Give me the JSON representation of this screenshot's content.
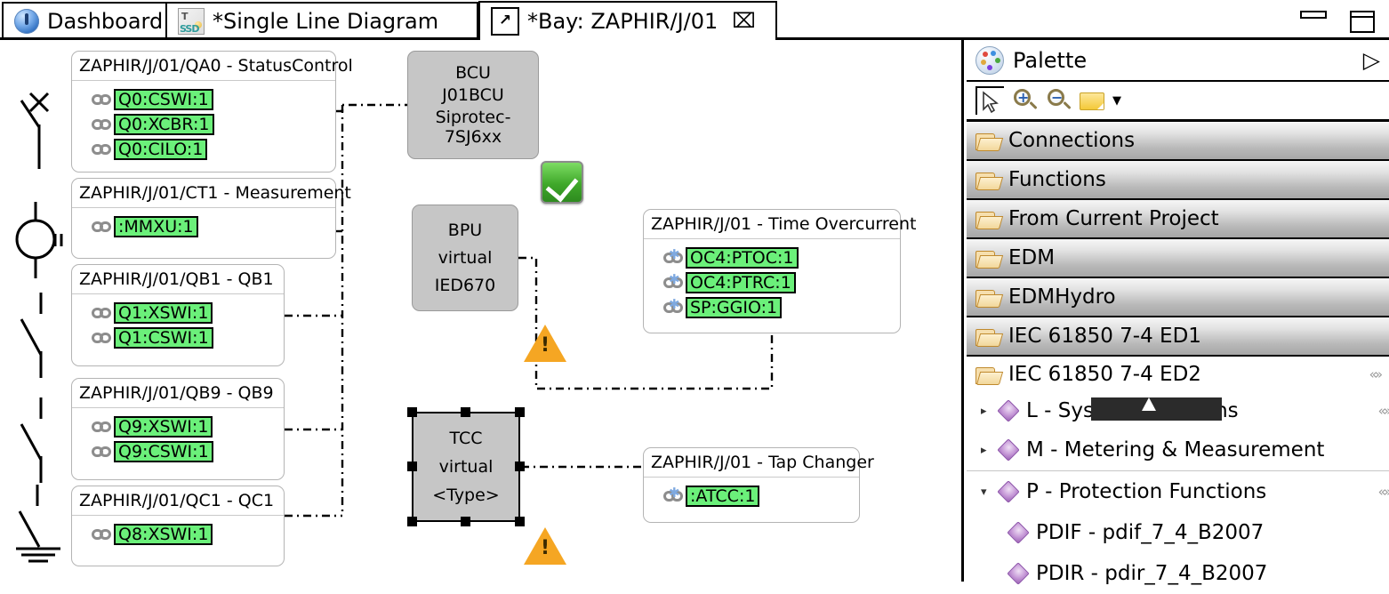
{
  "window": {
    "minimize_label": "minimize",
    "maximize_label": "maximize"
  },
  "tabs": [
    {
      "label": "Dashboard",
      "icon": "globe-icon",
      "active": false,
      "closable": false
    },
    {
      "label": "*Single Line Diagram",
      "icon": "ssd-document-icon",
      "active": false,
      "closable": false
    },
    {
      "label": "*Bay: ZAPHIR/J/01",
      "icon": "bay-window-icon",
      "active": true,
      "closable": true,
      "close_glyph": "⌧"
    }
  ],
  "canvas": {
    "ln_boxes": [
      {
        "title": "ZAPHIR/J/01/QA0 - StatusControl",
        "items": [
          "Q0:CSWI:1",
          "Q0:XCBR:1",
          "Q0:CILO:1"
        ],
        "icon": "chain-link-icon"
      },
      {
        "title": "ZAPHIR/J/01/CT1 - Measurement",
        "items": [
          ":MMXU:1"
        ],
        "icon": "chain-link-icon"
      },
      {
        "title": "ZAPHIR/J/01/QB1 - QB1",
        "items": [
          "Q1:XSWI:1",
          "Q1:CSWI:1"
        ],
        "icon": "chain-link-icon"
      },
      {
        "title": "ZAPHIR/J/01/QB9 - QB9",
        "items": [
          "Q9:XSWI:1",
          "Q9:CSWI:1"
        ],
        "icon": "chain-link-icon"
      },
      {
        "title": "ZAPHIR/J/01/QC1 - QC1",
        "items": [
          "Q8:XSWI:1"
        ],
        "icon": "chain-link-icon"
      },
      {
        "title": "ZAPHIR/J/01 - Time Overcurrent",
        "items": [
          "OC4:PTOC:1",
          "OC4:PTRC:1",
          "SP:GGIO:1"
        ],
        "icon": "chain-link-sync-icon"
      },
      {
        "title": "ZAPHIR/J/01 - Tap Changer",
        "items": [
          ":ATCC:1"
        ],
        "icon": "chain-link-sync-icon"
      }
    ],
    "ied_nodes": [
      {
        "role": "BCU",
        "name": "J01BCU",
        "type": "Siprotec-7SJ6xx",
        "selected": false
      },
      {
        "role": "BPU",
        "name": "virtual",
        "type": "IED670",
        "selected": false
      },
      {
        "role": "TCC",
        "name": "virtual",
        "type": "<Type>",
        "selected": true
      }
    ],
    "badges": [
      {
        "kind": "ok-check-badge",
        "glyph": "✓"
      },
      {
        "kind": "warning-badge",
        "glyph": "!"
      },
      {
        "kind": "warning-badge",
        "glyph": "!"
      }
    ],
    "symbols": [
      {
        "name": "circuit-breaker-symbol"
      },
      {
        "name": "current-transformer-symbol"
      },
      {
        "name": "disconnector-symbol"
      },
      {
        "name": "disconnector-symbol"
      },
      {
        "name": "earthing-switch-symbol"
      }
    ],
    "colors": {
      "ln_fill": "#6bf07a",
      "ied_fill": "#c6c6c6",
      "ok_badge": "#3fa82a",
      "warn_badge": "#f5a623"
    }
  },
  "palette": {
    "title": "Palette",
    "icon": "palette-icon",
    "expand_glyph": "▷",
    "tools": [
      {
        "name": "select-tool",
        "glyph": "↖",
        "selected": true
      },
      {
        "name": "zoom-in-tool",
        "glyph": "+",
        "selected": false
      },
      {
        "name": "zoom-out-tool",
        "glyph": "−",
        "selected": false
      },
      {
        "name": "marquee-note-tool",
        "glyph": "",
        "selected": false
      },
      {
        "name": "tool-dropdown-caret",
        "glyph": "▼",
        "selected": false
      }
    ],
    "drawers": [
      {
        "label": "Connections",
        "open": false,
        "pin": false
      },
      {
        "label": "Functions",
        "open": false,
        "pin": false
      },
      {
        "label": "From Current Project",
        "open": false,
        "pin": false
      },
      {
        "label": "EDM",
        "open": false,
        "pin": false
      },
      {
        "label": "EDMHydro",
        "open": false,
        "pin": false
      },
      {
        "label": "IEC 61850 7-4  ED1",
        "open": false,
        "pin": false
      },
      {
        "label": "IEC 61850 7-4 ED2",
        "open": true,
        "pin": true,
        "pin_glyph": "«»"
      }
    ],
    "tree": [
      {
        "label": "L - System Functions",
        "expanded": false,
        "arrow": "▸",
        "depth": 0,
        "icon": "lnclass-diamond-icon",
        "pin_glyph": "«»",
        "pin": true,
        "highlighted": true
      },
      {
        "label": "M - Metering & Measurement",
        "expanded": false,
        "arrow": "▸",
        "depth": 0,
        "icon": "lnclass-diamond-icon",
        "pin": false
      },
      {
        "label": "P - Protection Functions",
        "expanded": true,
        "arrow": "▾",
        "depth": 0,
        "icon": "lnclass-diamond-icon",
        "pin_glyph": "«»",
        "pin": true
      },
      {
        "label": "PDIF - pdif_7_4_B2007",
        "expanded": null,
        "arrow": "",
        "depth": 1,
        "icon": "lnclass-diamond-icon",
        "pin": false
      },
      {
        "label": "PDIR - pdir_7_4_B2007",
        "expanded": null,
        "arrow": "",
        "depth": 1,
        "icon": "lnclass-diamond-icon",
        "pin": false
      }
    ]
  }
}
